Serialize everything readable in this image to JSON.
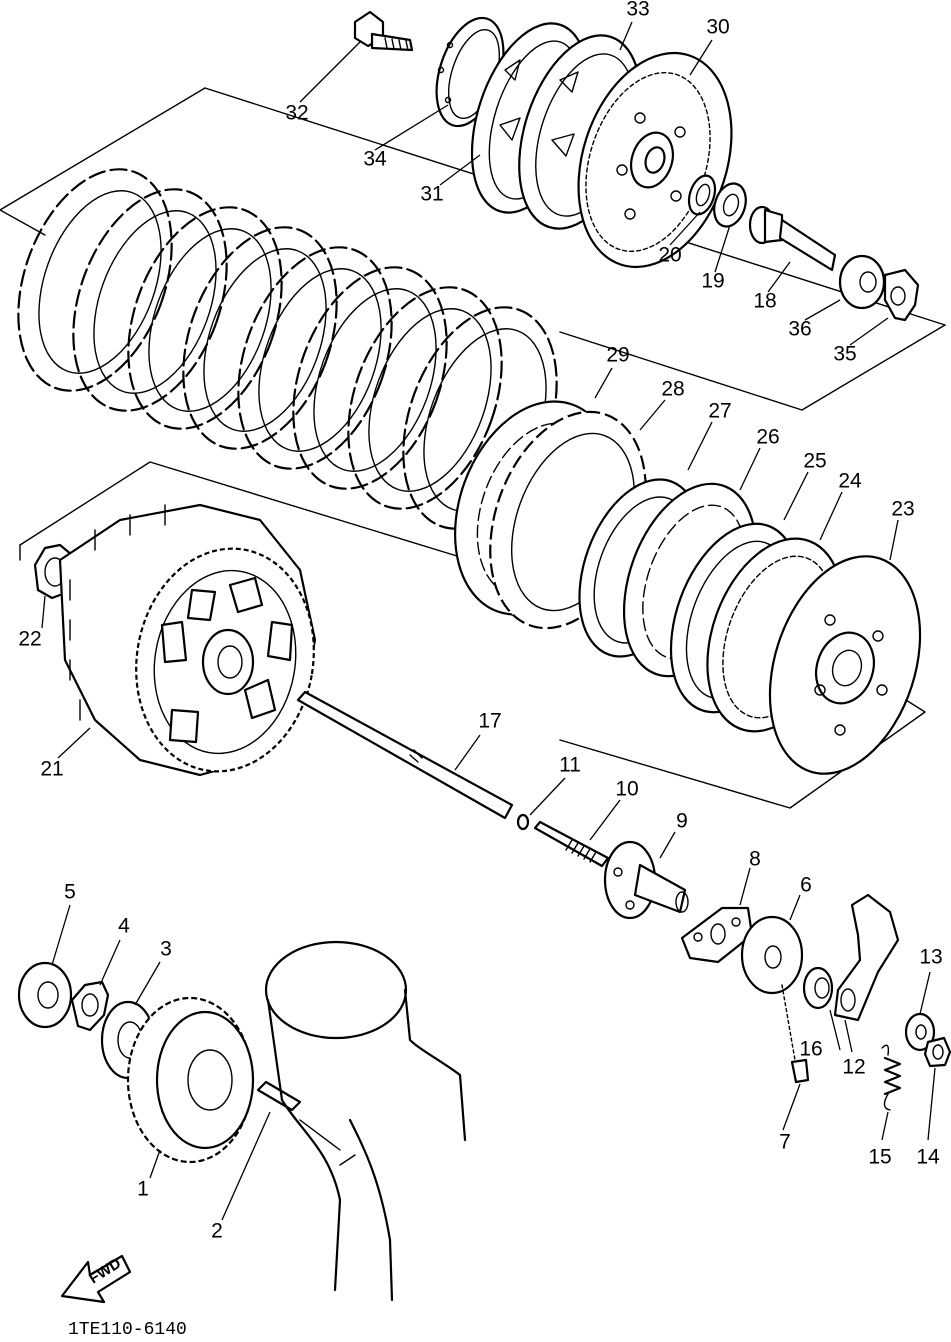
{
  "diagram_code": "1TE110-6140",
  "fwd_label": "FWD",
  "callouts": [
    {
      "id": "1",
      "text": "1"
    },
    {
      "id": "2",
      "text": "2"
    },
    {
      "id": "3",
      "text": "3"
    },
    {
      "id": "4",
      "text": "4"
    },
    {
      "id": "5",
      "text": "5"
    },
    {
      "id": "6",
      "text": "6"
    },
    {
      "id": "7",
      "text": "7"
    },
    {
      "id": "8",
      "text": "8"
    },
    {
      "id": "9",
      "text": "9"
    },
    {
      "id": "10",
      "text": "10"
    },
    {
      "id": "11",
      "text": "11"
    },
    {
      "id": "12",
      "text": "12"
    },
    {
      "id": "13",
      "text": "13"
    },
    {
      "id": "14",
      "text": "14"
    },
    {
      "id": "15",
      "text": "15"
    },
    {
      "id": "16",
      "text": "16"
    },
    {
      "id": "17",
      "text": "17"
    },
    {
      "id": "18",
      "text": "18"
    },
    {
      "id": "19",
      "text": "19"
    },
    {
      "id": "20",
      "text": "20"
    },
    {
      "id": "21",
      "text": "21"
    },
    {
      "id": "22",
      "text": "22"
    },
    {
      "id": "23",
      "text": "23"
    },
    {
      "id": "24",
      "text": "24"
    },
    {
      "id": "25",
      "text": "25"
    },
    {
      "id": "26",
      "text": "26"
    },
    {
      "id": "27",
      "text": "27"
    },
    {
      "id": "28",
      "text": "28"
    },
    {
      "id": "29",
      "text": "29"
    },
    {
      "id": "30",
      "text": "30"
    },
    {
      "id": "31",
      "text": "31"
    },
    {
      "id": "32",
      "text": "32"
    },
    {
      "id": "33",
      "text": "33"
    },
    {
      "id": "34",
      "text": "34"
    },
    {
      "id": "35",
      "text": "35"
    },
    {
      "id": "36",
      "text": "36"
    }
  ]
}
